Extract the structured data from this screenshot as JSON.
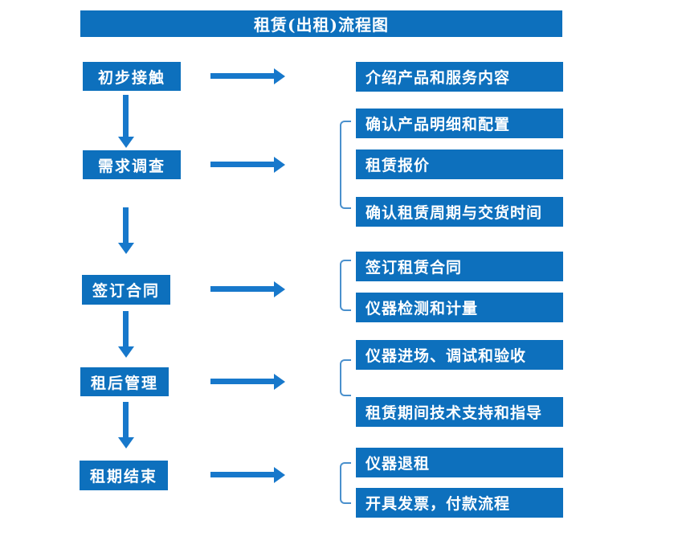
{
  "title": "租赁(出租)流程图",
  "colors": {
    "box_blue": "#0d70bd",
    "arrow_blue": "#1778cb",
    "bracket_blue": "#4a90cd",
    "text_white": "#ffffff",
    "background": "#ffffff"
  },
  "stages": [
    {
      "label": "初步接触",
      "outputs": [
        "介绍产品和服务内容"
      ]
    },
    {
      "label": "需求调查",
      "outputs": [
        "确认产品明细和配置",
        "租赁报价",
        "确认租赁周期与交货时间"
      ]
    },
    {
      "label": "签订合同",
      "outputs": [
        "签订租赁合同",
        "仪器检测和计量"
      ]
    },
    {
      "label": "租后管理",
      "outputs": [
        "仪器进场、调试和验收",
        "租赁期间技术支持和指导"
      ]
    },
    {
      "label": "租期结束",
      "outputs": [
        "仪器退租",
        "开具发票，付款流程"
      ]
    }
  ]
}
